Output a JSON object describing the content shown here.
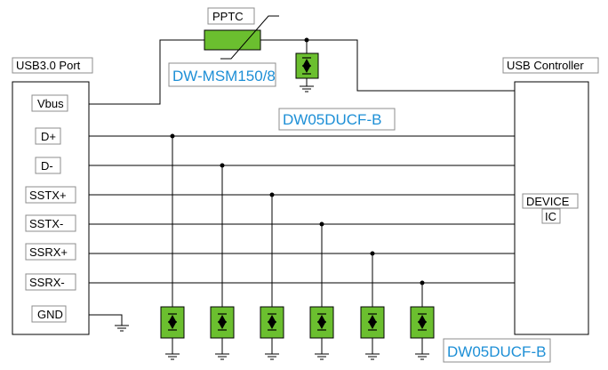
{
  "usb_port": {
    "title": "USB3.0 Port",
    "pins": [
      "Vbus",
      "D+",
      "D-",
      "SSTX+",
      "SSTX-",
      "SSRX+",
      "SSRX-",
      "GND"
    ]
  },
  "controller": {
    "title": "USB Controller",
    "ic_line1": "DEVICE",
    "ic_line2": "IC"
  },
  "pptc": {
    "label": "PPTC",
    "part": "DW-MSM150/8"
  },
  "vbus_tvs": {
    "part": "DW05DUCF-B"
  },
  "data_tvs": {
    "part": "DW05DUCF-B"
  },
  "colors": {
    "component_fill": "#6bbf2f",
    "part_number_text": "#1d8fd6",
    "box_border": "#8c8c8c"
  }
}
